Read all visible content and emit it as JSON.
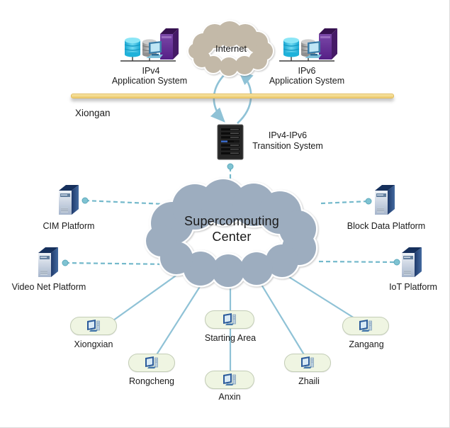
{
  "internet": {
    "label": "Internet"
  },
  "ipv4_system": {
    "line1": "IPv4",
    "line2": "Application System"
  },
  "ipv6_system": {
    "line1": "IPv6",
    "line2": "Application System"
  },
  "region": {
    "label": "Xiongan"
  },
  "transition_system": {
    "line1": "IPv4-IPv6",
    "line2": "Transition System"
  },
  "supercomputing_center": {
    "line1": "Supercomputing",
    "line2": "Center"
  },
  "platforms": [
    {
      "id": "cim",
      "label": "CIM Platform"
    },
    {
      "id": "block-data",
      "label": "Block Data Platform"
    },
    {
      "id": "video-net",
      "label": "Video Net Platform"
    },
    {
      "id": "iot",
      "label": "IoT Platform"
    }
  ],
  "districts": [
    {
      "id": "xiongxian",
      "label": "Xiongxian"
    },
    {
      "id": "rongcheng",
      "label": "Rongcheng"
    },
    {
      "id": "starting-area",
      "label": "Starting Area"
    },
    {
      "id": "anxin",
      "label": "Anxin"
    },
    {
      "id": "zhaili",
      "label": "Zhaili"
    },
    {
      "id": "zangang",
      "label": "Zangang"
    }
  ],
  "icons": [
    "cloud-icon",
    "database-icon",
    "server-tower-icon",
    "workstation-icon",
    "rack-server-icon",
    "district-terminal-icon"
  ],
  "colors": {
    "connector_blue": "#8fc2d6",
    "dashed_teal": "#74b9cb",
    "boundary_yellow": "#f0d687",
    "internet_cloud": "#c3b9a8",
    "supercomputing_cloud": "#9dadbf",
    "district_pill_fill": "#eff5e2",
    "server_navy": "#1c3560",
    "app_server_purple": "#5b2d82"
  }
}
